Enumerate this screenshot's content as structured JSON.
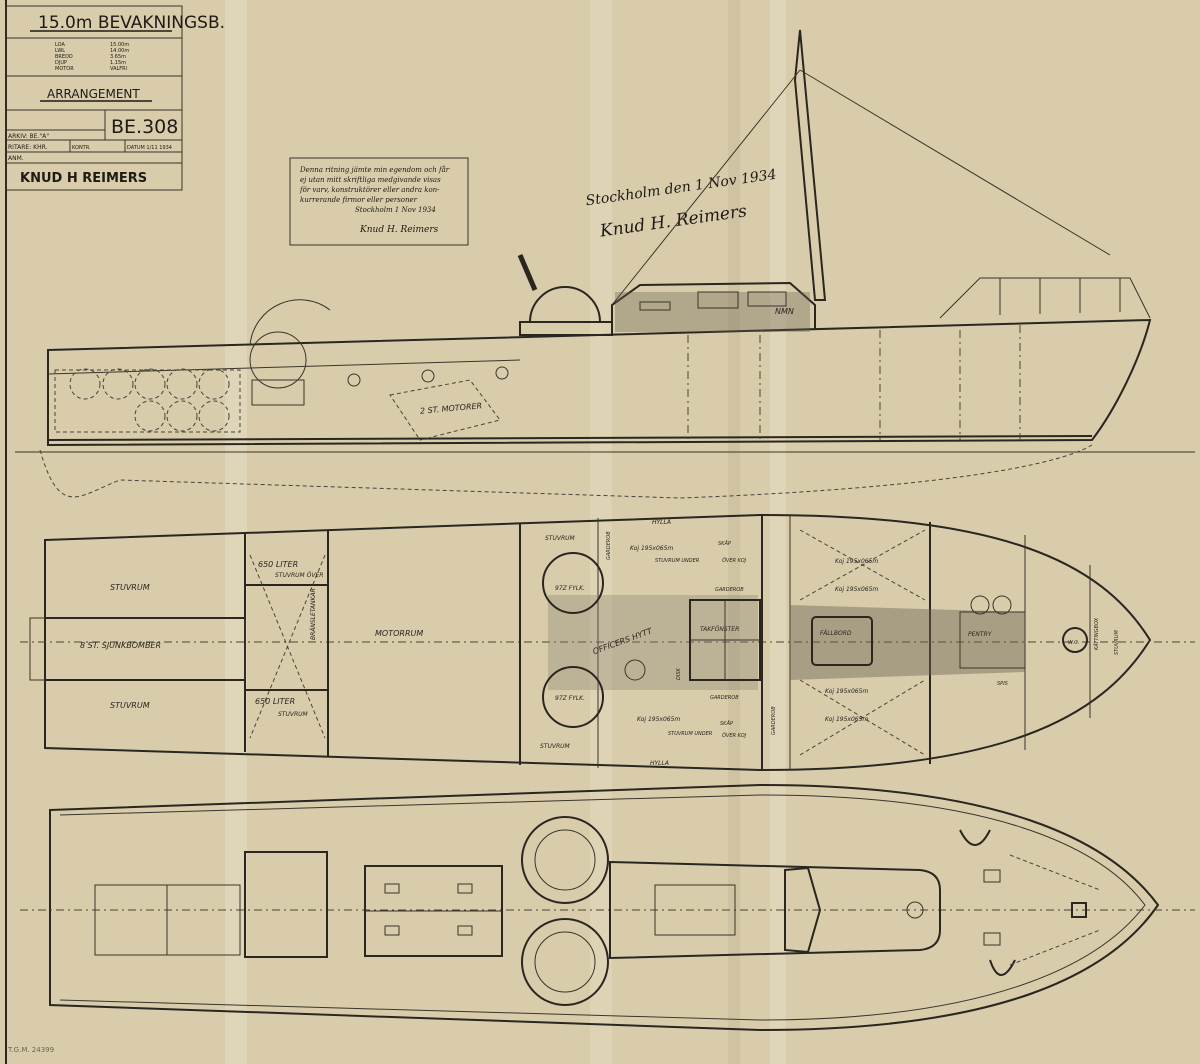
{
  "title_block": {
    "title": "15.0m BEVAKNINGSB.",
    "specs": [
      {
        "label": "LOA",
        "value": "15.00m"
      },
      {
        "label": "LWL",
        "value": "14.00m"
      },
      {
        "label": "BREDD",
        "value": "3.65m"
      },
      {
        "label": "DJUP",
        "value": "1.15m"
      },
      {
        "label": "MOTOR",
        "value": "VALFRI"
      }
    ],
    "subtitle": "ARRANGEMENT",
    "drawing_number": "BE.308",
    "arkiv": "ARKIV: BE.\"A\"",
    "ritare": "RITARE: KHR.",
    "kontr": "KONTR.",
    "datum": "DATUM 1/11 1934",
    "anm": "ANM.",
    "company": "KNUD H REIMERS"
  },
  "note_box": {
    "lines": [
      "Denna ritning jämte min egendom och får",
      "ej utan mitt skriftliga medgivande visas",
      "för varv, konstruktörer eller andra kon-",
      "kurrerande firmor eller personer",
      "Stockholm 1 Nov 1934"
    ],
    "signature": "Knud H. Reimers"
  },
  "signature_block": {
    "place_date": "Stockholm den 1 Nov 1934",
    "signature": "Knud H. Reimers"
  },
  "profile": {
    "engine_label": "2 ST. MOTORER",
    "cabin_name": "NMN"
  },
  "plan": {
    "aft_stowage_top": "STUVRUM",
    "depth_charges": "8 ST. SJUNKBOMBER",
    "aft_stowage_bottom": "STUVRUM",
    "tank_top": "650 LITER",
    "tank_top_sub": "STUVRUM ÖVER",
    "tank_bottom": "650 LITER",
    "tank_bottom_sub": "STUVRUM",
    "tank_center": "BRÄNSLETANKAR",
    "engine_room": "MOTORRUM",
    "stowage_fwd_top": "STUVRUM",
    "stowage_fwd_bottom": "STUVRUM",
    "tank_p": "97Z FYLK.",
    "tank_s": "97Z FYLK.",
    "officers_cabin": "OFFICERS HYTT",
    "shelf_top": "HYLLA",
    "shelf_bottom": "HYLLA",
    "berth_1": "Koj 195x065m",
    "berth_2": "Koj 195x065m",
    "berth_3": "Koj 195x065m",
    "berth_4": "Koj 195x065m",
    "berth_5": "Koj 195x065m",
    "berth_6": "Koj 195x065m",
    "stowage_under_1": "STUVRUM UNDER",
    "stowage_under_2": "STUVRUM UNDER",
    "locker_1": "SKÅP",
    "locker_2": "SKÅP",
    "upper_berth": "ÖVER KOJ",
    "upper_berth_2": "ÖVER KOJ",
    "wardrobe_1": "GARDEROB",
    "wardrobe_2": "GARDEROB",
    "wardrobe_3": "GARDEROB",
    "wardrobe_4": "GARDEROB",
    "skylight": "TAKFÖNSTER",
    "table": "FÄLLBORD",
    "pantry": "PENTRY",
    "wc": "W.C.",
    "stove": "SPIS",
    "chain_locker": "KÄTTINGBOX",
    "sink": "DISK",
    "fwd_stowage": "STUVRUM"
  },
  "stamp": "T.G.M. 24399"
}
